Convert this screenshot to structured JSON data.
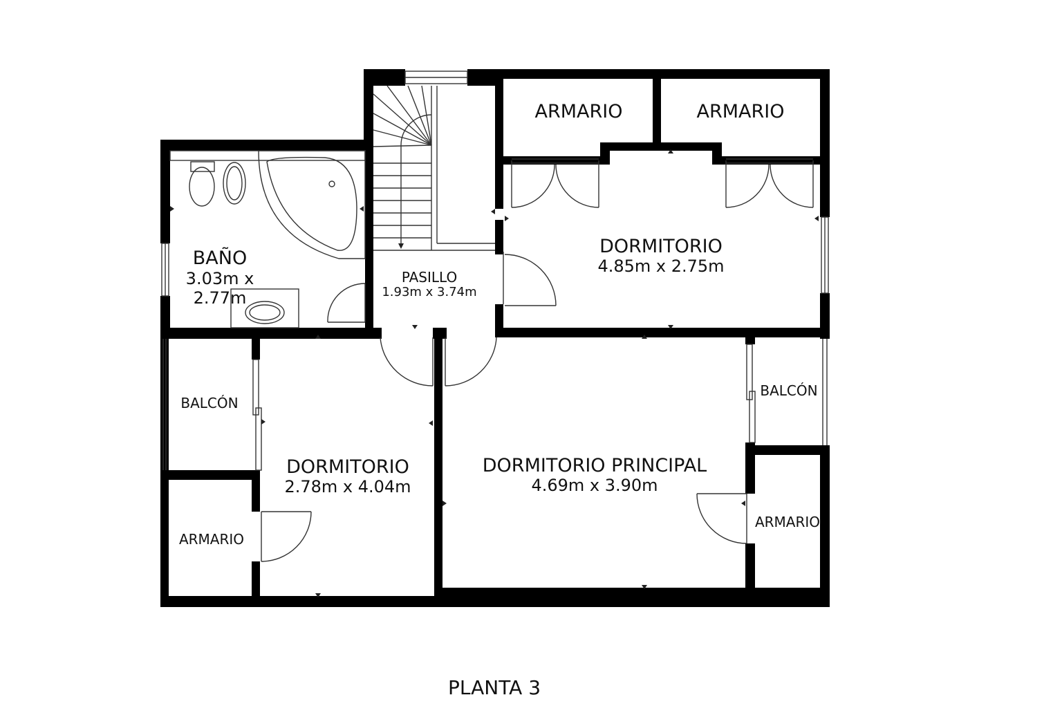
{
  "plan": {
    "title": "PLANTA 3",
    "rooms": {
      "bano": {
        "name": "BAÑO",
        "dim1": "3.03m x",
        "dim2": "2.77m"
      },
      "pasillo": {
        "name": "PASILLO",
        "dims": "1.93m x 3.74m"
      },
      "armario_1": {
        "name": "ARMARIO"
      },
      "armario_2": {
        "name": "ARMARIO"
      },
      "dormitorio_1": {
        "name": "DORMITORIO",
        "dims": "4.85m x 2.75m"
      },
      "balcon_left": {
        "name": "BALCÓN"
      },
      "dormitorio_2": {
        "name": "DORMITORIO",
        "dims": "2.78m x 4.04m"
      },
      "principal": {
        "name": "DORMITORIO PRINCIPAL",
        "dims": "4.69m x 3.90m"
      },
      "balcon_right": {
        "name": "BALCÓN"
      },
      "armario_left": {
        "name": "ARMARIO"
      },
      "armario_right": {
        "name": "ARMARIO"
      }
    }
  },
  "colors": {
    "wall": "#000000",
    "line": "#333333",
    "background": "#ffffff"
  }
}
